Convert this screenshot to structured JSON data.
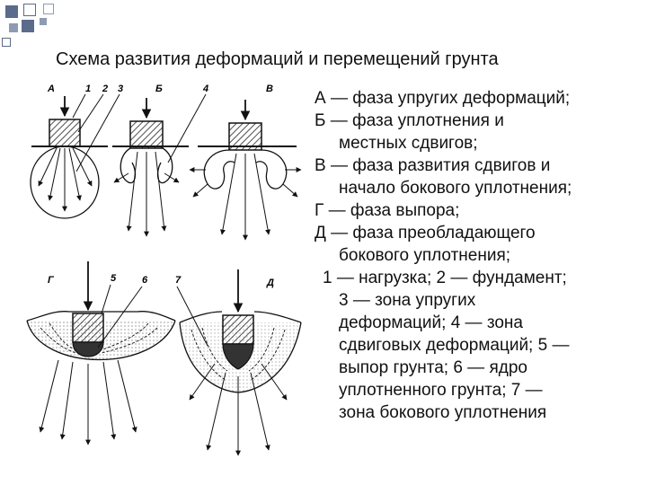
{
  "title": "Схема развития деформаций и перемещений грунта",
  "labels": {
    "A": "А",
    "one": "1",
    "two": "2",
    "three": "3",
    "B": "Б",
    "four": "4",
    "V": "В",
    "G": "Г",
    "five": "5",
    "six": "6",
    "seven": "7",
    "D": "Д"
  },
  "legend": {
    "phase_a": "А — фаза упругих деформаций;",
    "phase_b_1": "Б — фаза уплотнения и",
    "phase_b_2": "местных сдвигов;",
    "phase_v_1": "В — фаза развития сдвигов и",
    "phase_v_2": "начало бокового уплотнения;",
    "phase_g": "Г — фаза выпора;",
    "phase_d_1": "Д — фаза преобладающего",
    "phase_d_2": "бокового уплотнения;",
    "notes_1": "1 — нагрузка; 2 — фундамент;",
    "notes_2": "3 — зона упругих",
    "notes_3": "деформаций; 4 — зона",
    "notes_4": "сдвиговых деформаций; 5 —",
    "notes_5": "выпор грунта; 6 — ядро",
    "notes_6": "уплотненного грунта; 7 —",
    "notes_7": "зона бокового уплотнения"
  },
  "colors": {
    "accent": "#5b6b8c"
  }
}
